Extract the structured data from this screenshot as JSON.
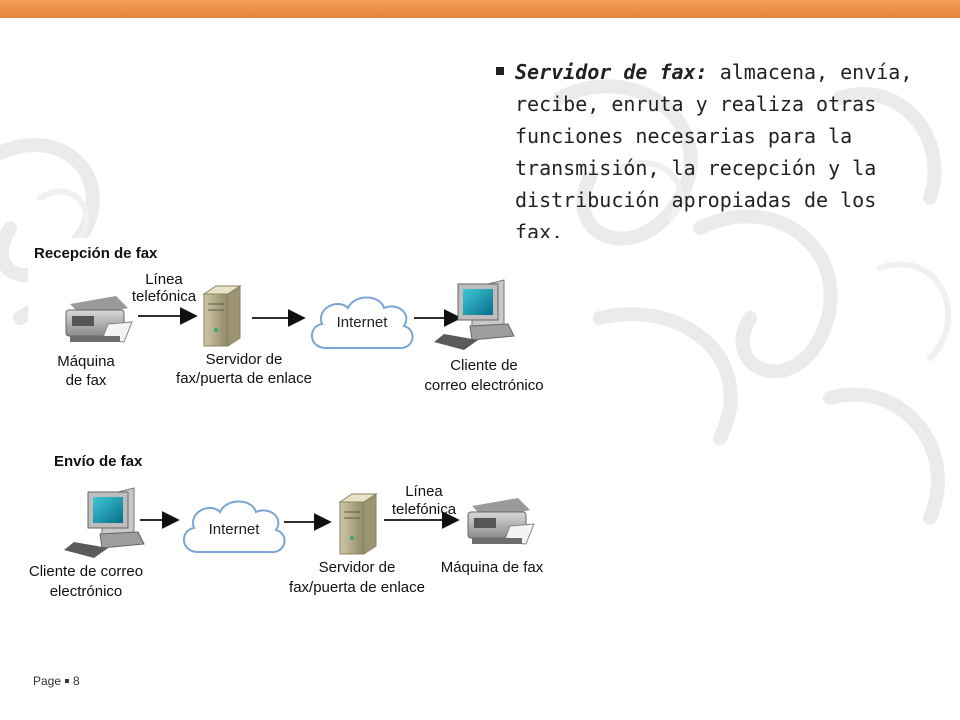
{
  "slide": {
    "bullet": {
      "term": "Servidor de fax:",
      "text": " almacena, envía, recibe, enruta y realiza otras funciones necesarias para la transmisión, la recepción y la distribución apropiadas de los fax."
    },
    "footer": {
      "label": "Page",
      "number": "8"
    }
  },
  "diagram": {
    "reception": {
      "title": "Recepción de fax",
      "line_label": [
        "Línea",
        "telefónica"
      ],
      "fax_machine": [
        "Máquina",
        "de fax"
      ],
      "server": [
        "Servidor de",
        "fax/puerta de enlace"
      ],
      "cloud": "Internet",
      "client": [
        "Cliente de",
        "correo electrónico"
      ]
    },
    "sending": {
      "title": "Envío de fax",
      "client": [
        "Cliente de correo",
        "electrónico"
      ],
      "cloud": "Internet",
      "server": [
        "Servidor de",
        "fax/puerta de enlace"
      ],
      "line_label": [
        "Línea",
        "telefónica"
      ],
      "fax_machine": "Máquina de fax"
    }
  },
  "colors": {
    "accent_bar": "#e8843d",
    "decor_swirl": "#ececec",
    "cloud_outline": "#7aa6d6"
  }
}
